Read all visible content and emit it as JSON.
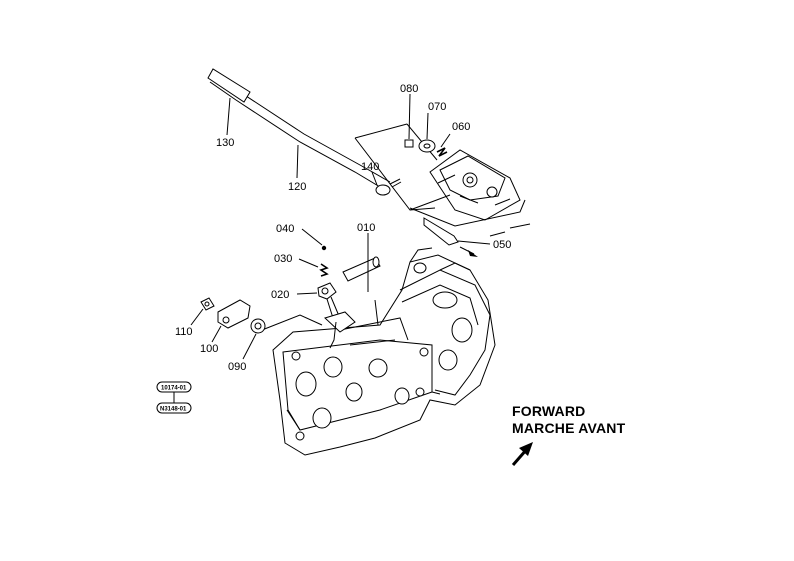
{
  "callouts": {
    "c010": "010",
    "c020": "020",
    "c030": "030",
    "c040": "040",
    "c050": "050",
    "c060": "060",
    "c070": "070",
    "c080": "080",
    "c090": "090",
    "c100": "100",
    "c110": "110",
    "c120": "120",
    "c130": "130",
    "c140": "140"
  },
  "references": {
    "ref_top": "10174-01",
    "ref_bottom": "N3148-01"
  },
  "direction": {
    "line1": "FORWARD",
    "line2": "MARCHE AVANT",
    "arrow_icon": "forward-arrow-icon"
  }
}
